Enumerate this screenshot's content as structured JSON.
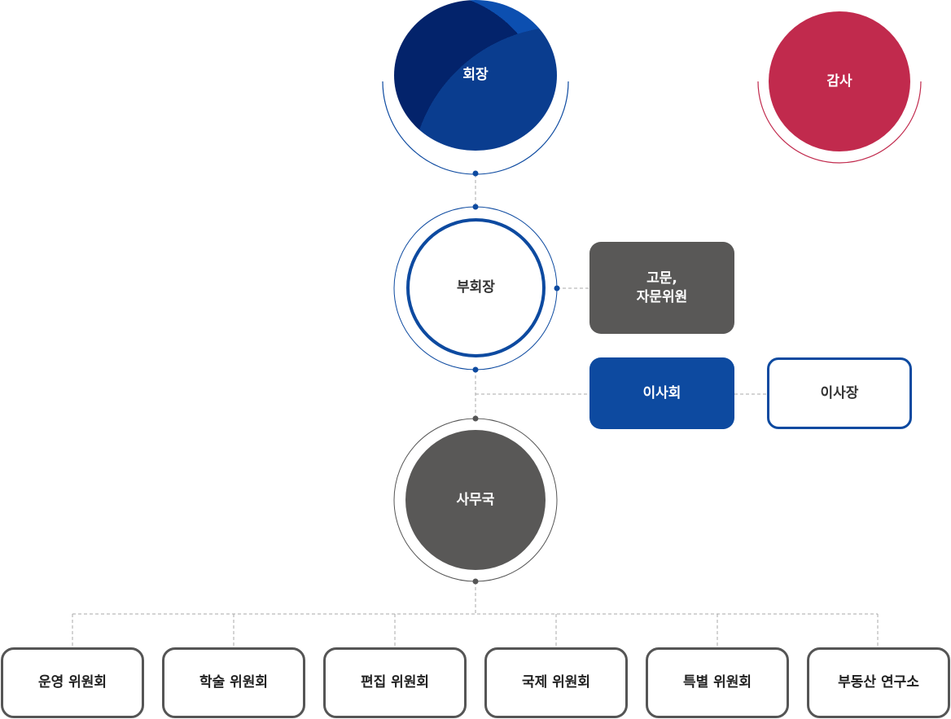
{
  "colors": {
    "primary_blue": "#0d4aa0",
    "audit_red": "#c12a4d",
    "dark_gray": "#595857",
    "connector_gray": "#aaaaaa"
  },
  "nodes": {
    "chairman": "회장",
    "auditor": "감사",
    "vice_chairman": "부회장",
    "advisors": "고문,\n자문위원",
    "board": "이사회",
    "board_director": "이사장",
    "secretariat": "사무국"
  },
  "committees": [
    "운영 위원회",
    "학술 위원회",
    "편집 위원회",
    "국제 위원회",
    "특별 위원회",
    "부동산 연구소"
  ]
}
